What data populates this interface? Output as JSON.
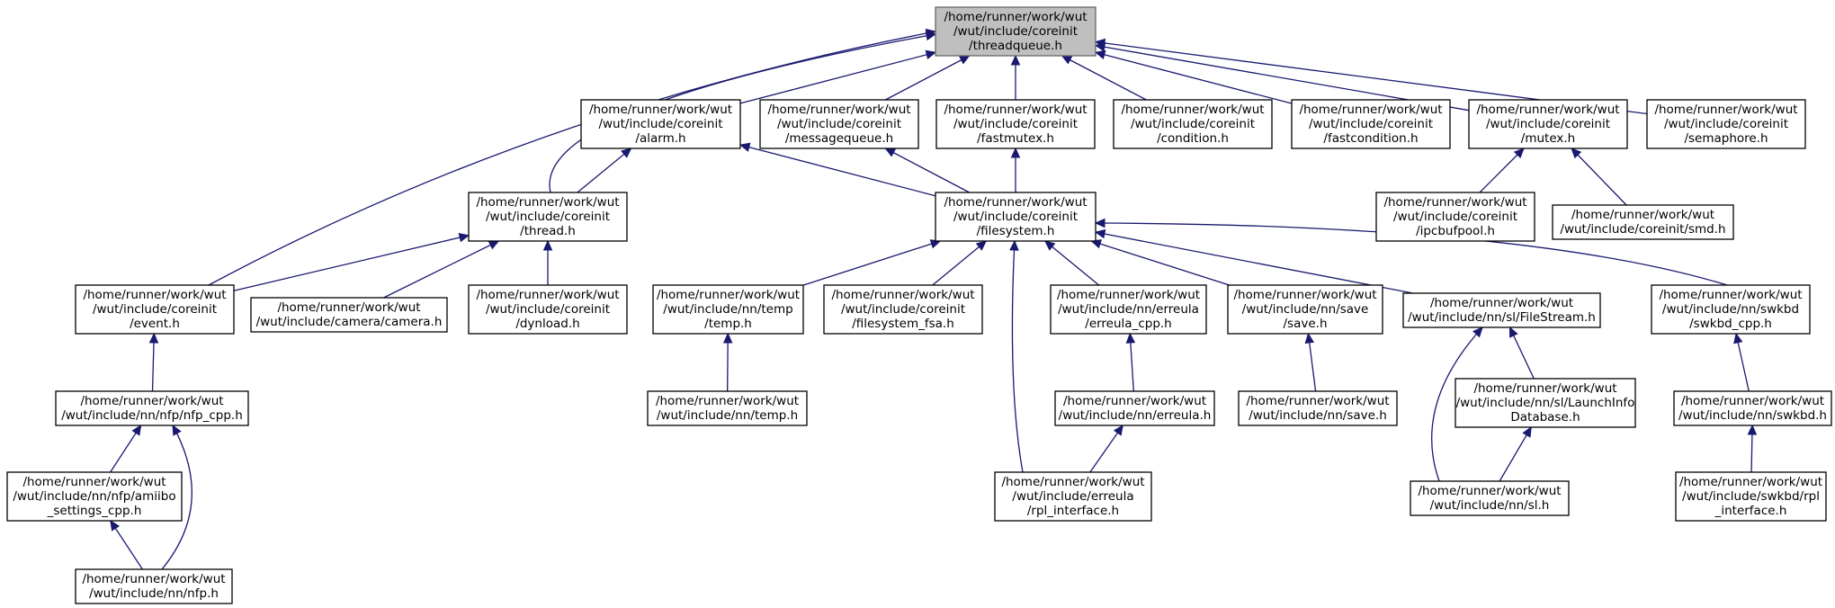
{
  "diagram": {
    "nodes": [
      {
        "id": "threadqueue",
        "lines": [
          "/home/runner/work/wut",
          "/wut/include/coreinit",
          "/threadqueue.h"
        ],
        "root": true
      },
      {
        "id": "alarm",
        "lines": [
          "/home/runner/work/wut",
          "/wut/include/coreinit",
          "/alarm.h"
        ]
      },
      {
        "id": "messagequeue",
        "lines": [
          "/home/runner/work/wut",
          "/wut/include/coreinit",
          "/messagequeue.h"
        ]
      },
      {
        "id": "fastmutex",
        "lines": [
          "/home/runner/work/wut",
          "/wut/include/coreinit",
          "/fastmutex.h"
        ]
      },
      {
        "id": "condition",
        "lines": [
          "/home/runner/work/wut",
          "/wut/include/coreinit",
          "/condition.h"
        ]
      },
      {
        "id": "fastcondition",
        "lines": [
          "/home/runner/work/wut",
          "/wut/include/coreinit",
          "/fastcondition.h"
        ]
      },
      {
        "id": "mutex",
        "lines": [
          "/home/runner/work/wut",
          "/wut/include/coreinit",
          "/mutex.h"
        ]
      },
      {
        "id": "semaphore",
        "lines": [
          "/home/runner/work/wut",
          "/wut/include/coreinit",
          "/semaphore.h"
        ]
      },
      {
        "id": "thread",
        "lines": [
          "/home/runner/work/wut",
          "/wut/include/coreinit",
          "/thread.h"
        ]
      },
      {
        "id": "filesystem",
        "lines": [
          "/home/runner/work/wut",
          "/wut/include/coreinit",
          "/filesystem.h"
        ]
      },
      {
        "id": "ipcbufpool",
        "lines": [
          "/home/runner/work/wut",
          "/wut/include/coreinit",
          "/ipcbufpool.h"
        ]
      },
      {
        "id": "smd",
        "lines": [
          "/home/runner/work/wut",
          "/wut/include/coreinit/smd.h"
        ]
      },
      {
        "id": "event",
        "lines": [
          "/home/runner/work/wut",
          "/wut/include/coreinit",
          "/event.h"
        ]
      },
      {
        "id": "camera",
        "lines": [
          "/home/runner/work/wut",
          "/wut/include/camera/camera.h"
        ]
      },
      {
        "id": "dynload",
        "lines": [
          "/home/runner/work/wut",
          "/wut/include/coreinit",
          "/dynload.h"
        ]
      },
      {
        "id": "nn_temp_dir",
        "lines": [
          "/home/runner/work/wut",
          "/wut/include/nn/temp",
          "/temp.h"
        ]
      },
      {
        "id": "filesystem_fsa",
        "lines": [
          "/home/runner/work/wut",
          "/wut/include/coreinit",
          "/filesystem_fsa.h"
        ]
      },
      {
        "id": "erreula_cpp",
        "lines": [
          "/home/runner/work/wut",
          "/wut/include/nn/erreula",
          "/erreula_cpp.h"
        ]
      },
      {
        "id": "nn_save_dir",
        "lines": [
          "/home/runner/work/wut",
          "/wut/include/nn/save",
          "/save.h"
        ]
      },
      {
        "id": "filestream",
        "lines": [
          "/home/runner/work/wut",
          "/wut/include/nn/sl/FileStream.h"
        ]
      },
      {
        "id": "swkbd_cpp",
        "lines": [
          "/home/runner/work/wut",
          "/wut/include/nn/swkbd",
          "/swkbd_cpp.h"
        ]
      },
      {
        "id": "nfp_cpp",
        "lines": [
          "/home/runner/work/wut",
          "/wut/include/nn/nfp/nfp_cpp.h"
        ]
      },
      {
        "id": "nn_temp",
        "lines": [
          "/home/runner/work/wut",
          "/wut/include/nn/temp.h"
        ]
      },
      {
        "id": "nn_erreula",
        "lines": [
          "/home/runner/work/wut",
          "/wut/include/nn/erreula.h"
        ]
      },
      {
        "id": "nn_save",
        "lines": [
          "/home/runner/work/wut",
          "/wut/include/nn/save.h"
        ]
      },
      {
        "id": "launchinfo",
        "lines": [
          "/home/runner/work/wut",
          "/wut/include/nn/sl/LaunchInfo",
          "Database.h"
        ]
      },
      {
        "id": "nn_swkbd",
        "lines": [
          "/home/runner/work/wut",
          "/wut/include/nn/swkbd.h"
        ]
      },
      {
        "id": "amiibo",
        "lines": [
          "/home/runner/work/wut",
          "/wut/include/nn/nfp/amiibo",
          "_settings_cpp.h"
        ]
      },
      {
        "id": "rpl_erreula",
        "lines": [
          "/home/runner/work/wut",
          "/wut/include/erreula",
          "/rpl_interface.h"
        ]
      },
      {
        "id": "nn_sl",
        "lines": [
          "/home/runner/work/wut",
          "/wut/include/nn/sl.h"
        ]
      },
      {
        "id": "rpl_swkbd",
        "lines": [
          "/home/runner/work/wut",
          "/wut/include/swkbd/rpl",
          "_interface.h"
        ]
      },
      {
        "id": "nn_nfp",
        "lines": [
          "/home/runner/work/wut",
          "/wut/include/nn/nfp.h"
        ]
      }
    ],
    "edges": [
      {
        "from": "alarm",
        "to": "threadqueue"
      },
      {
        "from": "messagequeue",
        "to": "threadqueue"
      },
      {
        "from": "fastmutex",
        "to": "threadqueue"
      },
      {
        "from": "condition",
        "to": "threadqueue"
      },
      {
        "from": "fastcondition",
        "to": "threadqueue"
      },
      {
        "from": "mutex",
        "to": "threadqueue"
      },
      {
        "from": "semaphore",
        "to": "threadqueue"
      },
      {
        "from": "thread",
        "to": "threadqueue"
      },
      {
        "from": "event",
        "to": "threadqueue"
      },
      {
        "from": "thread",
        "to": "alarm"
      },
      {
        "from": "filesystem",
        "to": "alarm"
      },
      {
        "from": "filesystem",
        "to": "messagequeue"
      },
      {
        "from": "filesystem",
        "to": "fastmutex"
      },
      {
        "from": "ipcbufpool",
        "to": "mutex"
      },
      {
        "from": "smd",
        "to": "mutex"
      },
      {
        "from": "event",
        "to": "thread"
      },
      {
        "from": "camera",
        "to": "thread"
      },
      {
        "from": "dynload",
        "to": "thread"
      },
      {
        "from": "nn_temp_dir",
        "to": "filesystem"
      },
      {
        "from": "filesystem_fsa",
        "to": "filesystem"
      },
      {
        "from": "erreula_cpp",
        "to": "filesystem"
      },
      {
        "from": "nn_save_dir",
        "to": "filesystem"
      },
      {
        "from": "filestream",
        "to": "filesystem"
      },
      {
        "from": "swkbd_cpp",
        "to": "filesystem"
      },
      {
        "from": "rpl_erreula",
        "to": "filesystem"
      },
      {
        "from": "nfp_cpp",
        "to": "event"
      },
      {
        "from": "nn_temp",
        "to": "nn_temp_dir"
      },
      {
        "from": "nn_erreula",
        "to": "erreula_cpp"
      },
      {
        "from": "rpl_erreula",
        "to": "nn_erreula"
      },
      {
        "from": "nn_save",
        "to": "nn_save_dir"
      },
      {
        "from": "launchinfo",
        "to": "filestream"
      },
      {
        "from": "nn_sl",
        "to": "filestream"
      },
      {
        "from": "nn_sl",
        "to": "launchinfo"
      },
      {
        "from": "nn_swkbd",
        "to": "swkbd_cpp"
      },
      {
        "from": "rpl_swkbd",
        "to": "nn_swkbd"
      },
      {
        "from": "amiibo",
        "to": "nfp_cpp"
      },
      {
        "from": "nn_nfp",
        "to": "nfp_cpp"
      },
      {
        "from": "nn_nfp",
        "to": "amiibo"
      }
    ]
  },
  "colors": {
    "edge": "#191970",
    "root_fill": "#bfbfbf",
    "node_fill": "#ffffff",
    "node_stroke": "#000000"
  }
}
